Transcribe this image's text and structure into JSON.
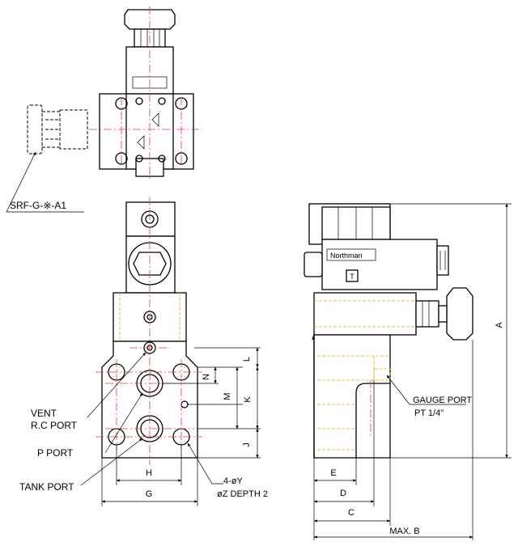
{
  "labels": {
    "option_callout": "SRF-G-※-A1",
    "vent_port_line1": "VENT",
    "vent_port_line2": "R.C PORT",
    "p_port": "P PORT",
    "tank_port": "TANK PORT",
    "gauge_port_line1": "GAUGE PORT",
    "gauge_port_line2": "PT 1/4\"",
    "solenoid_brand": "Northman",
    "tank_mark": "T"
  },
  "dimensions": {
    "H": "H",
    "G": "G",
    "N": "N",
    "L": "L",
    "M": "M",
    "K": "K",
    "J": "J",
    "A": "A",
    "E": "E",
    "D": "D",
    "C": "C",
    "max_b": "MAX. B",
    "holes_count": "4-øY",
    "holes_depth": "øZ DEPTH 2"
  },
  "colors": {
    "outline": "#000000",
    "centerline": "#e23b3b",
    "hidden_line": "#e0b400"
  }
}
